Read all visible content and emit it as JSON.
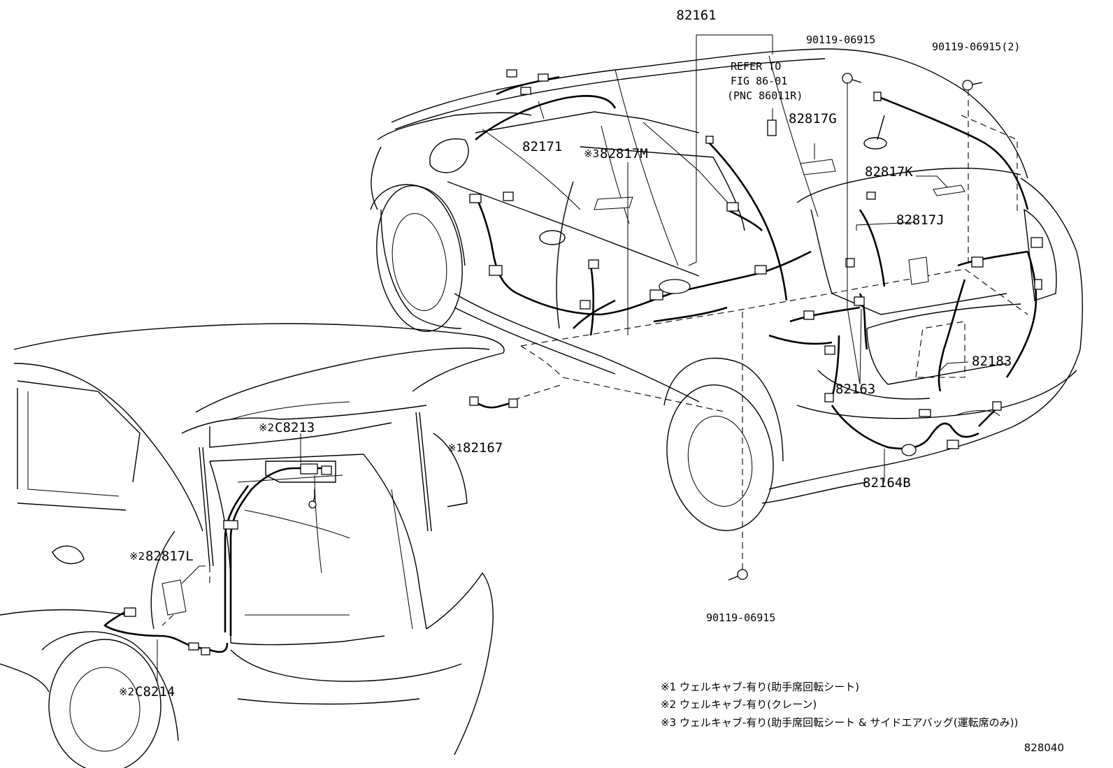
{
  "diagram": {
    "figure_code": "828040",
    "labels": {
      "p82161": "82161",
      "p82171": "82171",
      "p82817M": "82817M",
      "p82817M_mark": "※3",
      "refer_line1": "REFER TO",
      "refer_line2": "FIG 86-01",
      "refer_line3": "(PNC 86011R)",
      "p82817G": "82817G",
      "bolt_top": "90119-06915",
      "bolt_top_right": "90119-06915(2)",
      "p82817K": "82817K",
      "p82817J": "82817J",
      "p82183": "82183",
      "p82163": "82163",
      "p82164B": "82164B",
      "bolt_bottom": "90119-06915",
      "p82167": "82167",
      "p82167_mark": "※1",
      "pC8213": "C8213",
      "pC8213_mark": "※2",
      "p82817L": "82817L",
      "p82817L_mark": "※2",
      "pC8214": "C8214",
      "pC8214_mark": "※2"
    },
    "notes": [
      "※1 ウェルキャブ-有り(助手席回転シート)",
      "※2 ウェルキャブ-有り(クレーン)",
      "※3 ウェルキャブ-有り(助手席回転シート & サイドエアバッグ(運転席のみ))"
    ]
  }
}
